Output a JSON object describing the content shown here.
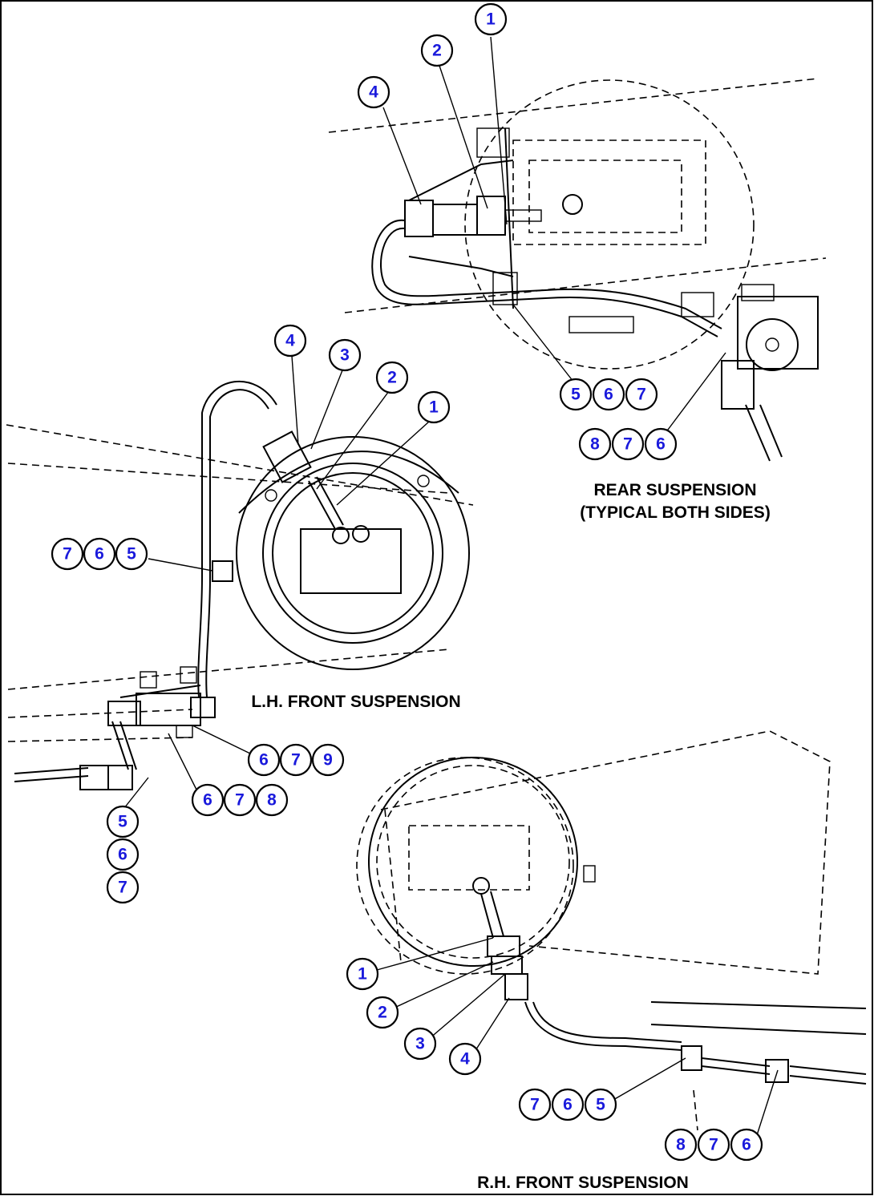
{
  "views": {
    "rear": {
      "title": "REAR SUSPENSION",
      "subtitle": "(TYPICAL BOTH SIDES)"
    },
    "lh_front": {
      "title": "L.H. FRONT SUSPENSION"
    },
    "rh_front": {
      "title": "R.H. FRONT SUSPENSION"
    }
  },
  "callouts": {
    "rear": {
      "c1": "1",
      "c2": "2",
      "c4": "4",
      "g1": [
        "5",
        "6",
        "7"
      ],
      "g2": [
        "8",
        "7",
        "6"
      ]
    },
    "lh": {
      "c4": "4",
      "c3": "3",
      "c2": "2",
      "c1": "1",
      "g1": [
        "7",
        "6",
        "5"
      ],
      "g2": [
        "6",
        "7",
        "9"
      ],
      "g3": [
        "6",
        "7",
        "8"
      ],
      "g4": [
        "5",
        "6",
        "7"
      ]
    },
    "rh": {
      "c1": "1",
      "c2": "2",
      "c3": "3",
      "c4": "4",
      "g1": [
        "7",
        "6",
        "5"
      ],
      "g2": [
        "8",
        "7",
        "6"
      ]
    }
  },
  "colors": {
    "callout_text": "#1a1adc",
    "line": "#000000",
    "background": "#ffffff"
  }
}
